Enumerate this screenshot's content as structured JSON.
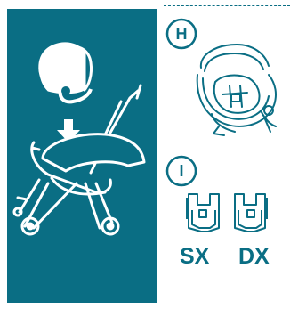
{
  "panels": {
    "left": {
      "fill_color": "#0a6e84",
      "illustration": "car-seat-onto-stroller"
    },
    "right": {
      "accent_color": "#0a6e84",
      "item_h": {
        "letter": "H",
        "icon": "infant-car-seat-icon"
      },
      "item_i": {
        "letter": "I",
        "icon": "adapter-icon",
        "labels": {
          "left": "SX",
          "right": "DX"
        }
      }
    }
  }
}
